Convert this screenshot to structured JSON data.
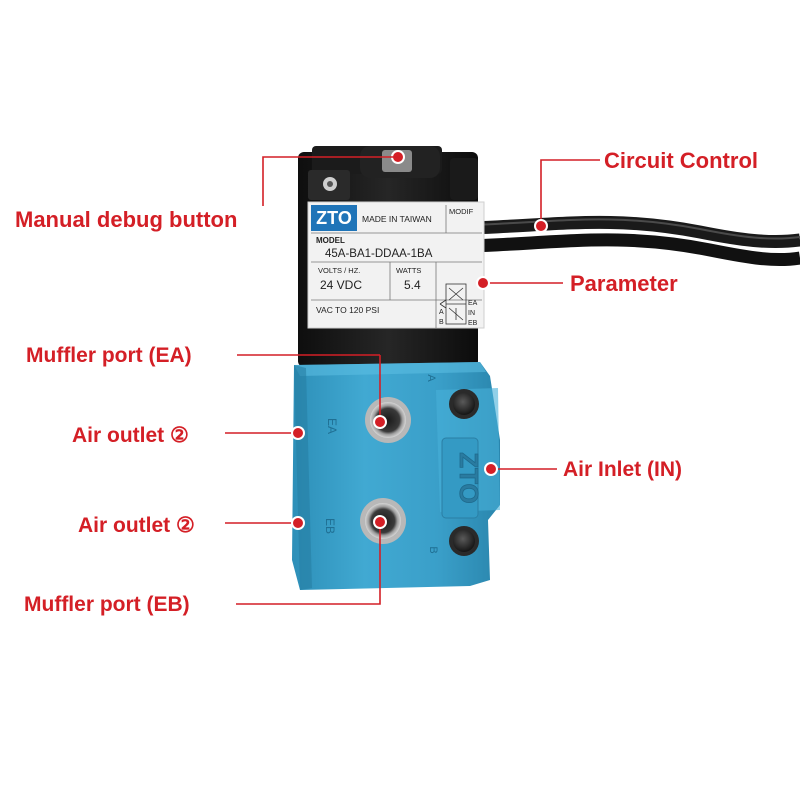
{
  "product": {
    "label": {
      "brand": "ZTO",
      "made_in": "MADE IN TAIWAN",
      "modif": "MODIF",
      "model_caption": "MODEL",
      "model": "45A-BA1-DDAA-1BA",
      "volts_caption": "VOLTS / HZ.",
      "volts": "24 VDC",
      "watts_caption": "WATTS",
      "watts": "5.4",
      "pressure": "VAC TO 120 PSI",
      "port_a": "A",
      "port_b": "B",
      "port_ea": "EA",
      "port_in": "IN",
      "port_eb": "EB"
    },
    "body": {
      "molded_brand": "ZTO",
      "port_ea_mark": "EA",
      "port_eb_mark": "EB",
      "mark_a": "A",
      "mark_b": "B"
    }
  },
  "callouts": {
    "manual_debug": "Manual debug button",
    "circuit_control": "Circuit Control",
    "parameter": "Parameter",
    "muffler_ea": "Muffler port (EA)",
    "air_outlet_1": "Air outlet ②",
    "air_inlet": "Air Inlet (IN)",
    "air_outlet_2": "Air outlet ②",
    "muffler_eb": "Muffler port (EB)"
  },
  "colors": {
    "accent": "#d41f26",
    "valve_blue": "#3aa0c8",
    "solenoid_black": "#161616",
    "label_white": "#f4f4f4",
    "label_blue": "#1f74b8"
  }
}
